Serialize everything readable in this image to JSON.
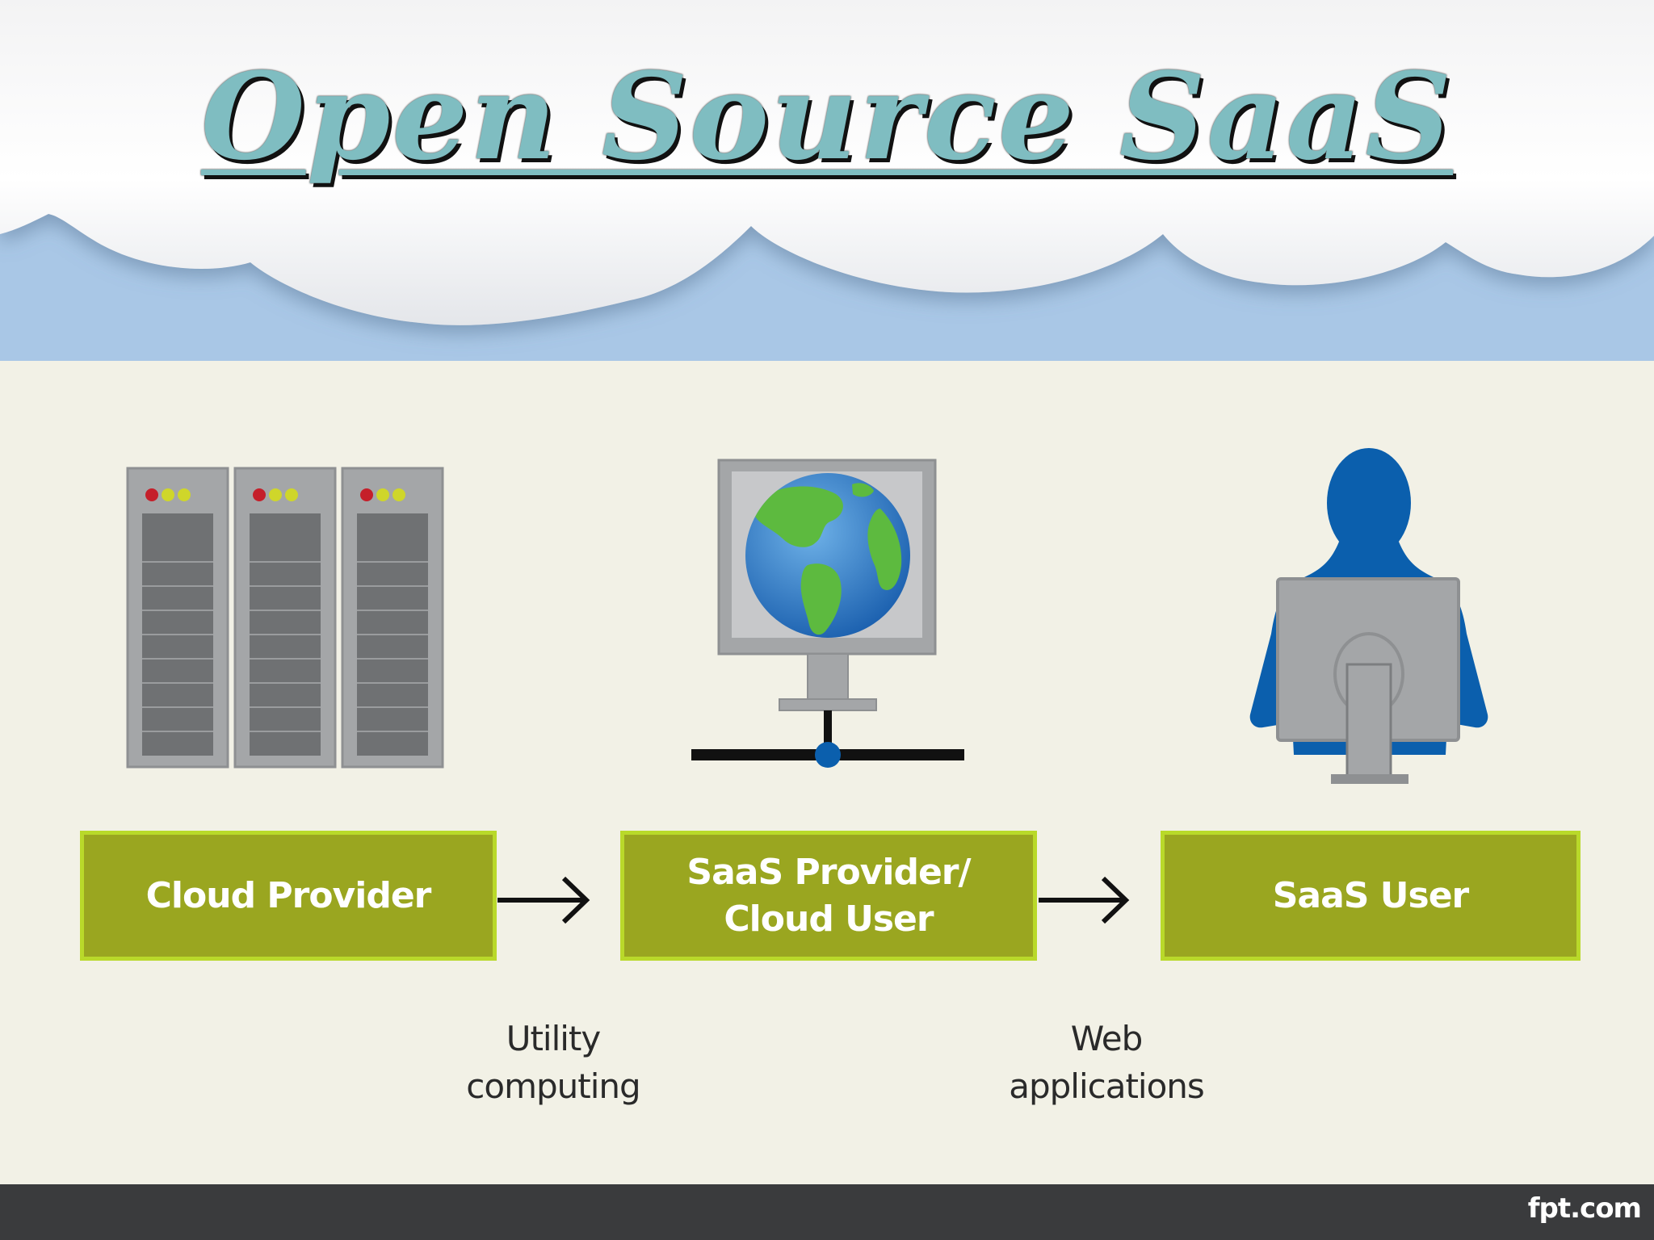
{
  "title": "Open Source SaaS",
  "boxes": {
    "cloud_provider": "Cloud Provider",
    "saas_provider_line1": "SaaS Provider/",
    "saas_provider_line2": "Cloud User",
    "saas_user": "SaaS User"
  },
  "notes": {
    "utility_line1": "Utility",
    "utility_line2": "computing",
    "web_line1": "Web",
    "web_line2": "applications"
  },
  "footer": {
    "brand": "fpt.com"
  },
  "colors": {
    "box_fill": "#9aa620",
    "box_border": "#b9d92a",
    "title": "#7fbdc1",
    "sky": "#a9c7e6",
    "content_bg": "#f2f1e6",
    "footer_bg": "#3a3b3d",
    "user_blue": "#0b5fad"
  },
  "icons": {
    "servers": "server-rack-icon",
    "provider": "globe-monitor-network-icon",
    "user": "user-at-computer-icon"
  }
}
